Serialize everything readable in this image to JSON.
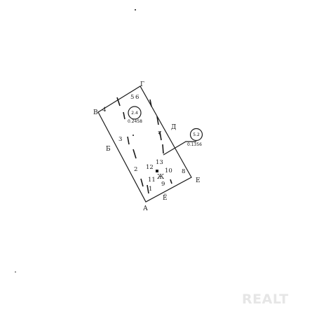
{
  "vertices": {
    "a": "А",
    "b": "Б",
    "v": "В",
    "g": "Г",
    "d": "Д",
    "e": "Е",
    "yo": "Ё",
    "zh": "Ж"
  },
  "points": [
    "1",
    "2",
    "3",
    "4",
    "5",
    "6",
    "7",
    "8",
    "9",
    "10",
    "11",
    "12",
    "13"
  ],
  "parcels": [
    {
      "id": "2.4",
      "area": "0.2458"
    },
    {
      "id": "5.2",
      "area": "0.1356"
    }
  ],
  "watermark": "REALT"
}
